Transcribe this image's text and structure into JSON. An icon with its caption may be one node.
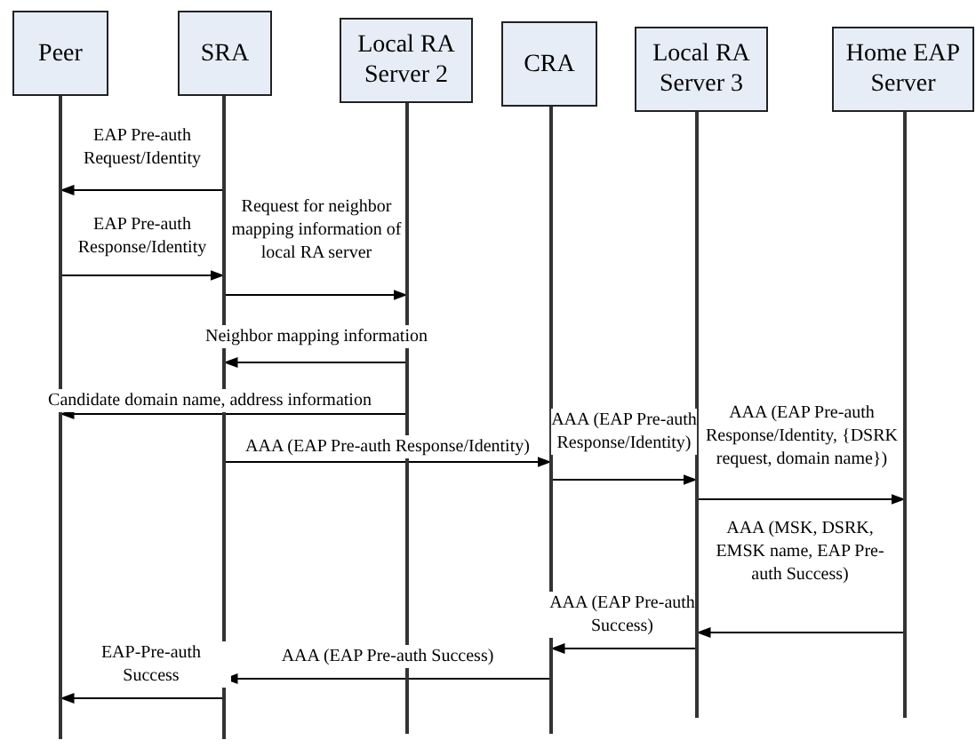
{
  "diagram": {
    "nodes": [
      {
        "text": [
          "Peer"
        ]
      },
      {
        "text": [
          "SRA"
        ]
      },
      {
        "text": [
          "Local RA Server 2"
        ]
      },
      {
        "text": [
          "CRA"
        ]
      },
      {
        "text": [
          "Local RA Server 3"
        ]
      },
      {
        "text": [
          "Home EAP Server"
        ]
      },
      {
        "text": [],
        "shape": "bar"
      },
      {
        "text": [],
        "shape": "bar"
      },
      {
        "text": [],
        "shape": "bar"
      },
      {
        "text": [],
        "shape": "bar"
      },
      {
        "text": [],
        "shape": "bar"
      },
      {
        "text": [],
        "shape": "bar"
      }
    ],
    "edges": [
      {
        "from": 7,
        "to": 6,
        "arrow": "to",
        "label": "EAP Pre-auth Request/Identity"
      },
      {
        "from": 6,
        "to": 7,
        "arrow": "to",
        "label": "EAP Pre-auth Response/Identity"
      },
      {
        "from": 7,
        "to": 8,
        "arrow": "to",
        "label": "Request for neighbor mapping information of local RA server"
      },
      {
        "from": 8,
        "to": 7,
        "arrow": "to",
        "label": "Neighbor mapping information"
      },
      {
        "from": 8,
        "to": 6,
        "arrow": "to",
        "label": "Candidate domain name, address information"
      },
      {
        "from": 7,
        "to": 9,
        "arrow": "to",
        "label": "AAA (EAP Pre-auth Response/Identity)"
      },
      {
        "from": 9,
        "to": 10,
        "arrow": "to",
        "label": "AAA (EAP Pre-auth Response/Identity)"
      },
      {
        "from": 10,
        "to": 11,
        "arrow": "to",
        "label": "AAA (EAP Pre-auth Response/Identity, {DSRK request, domain name})"
      },
      {
        "from": 11,
        "to": 10,
        "arrow": "to",
        "label": "AAA (MSK, DSRK, EMSK name, EAP Pre-auth Success)"
      },
      {
        "from": 10,
        "to": 9,
        "arrow": "to",
        "label": "AAA (EAP Pre-auth Success)"
      },
      {
        "from": 9,
        "to": 7,
        "arrow": "to",
        "label": "AAA (EAP Pre-auth Success)"
      },
      {
        "from": 7,
        "to": 6,
        "arrow": "to",
        "label": "EAP-Pre-auth Success"
      }
    ]
  }
}
